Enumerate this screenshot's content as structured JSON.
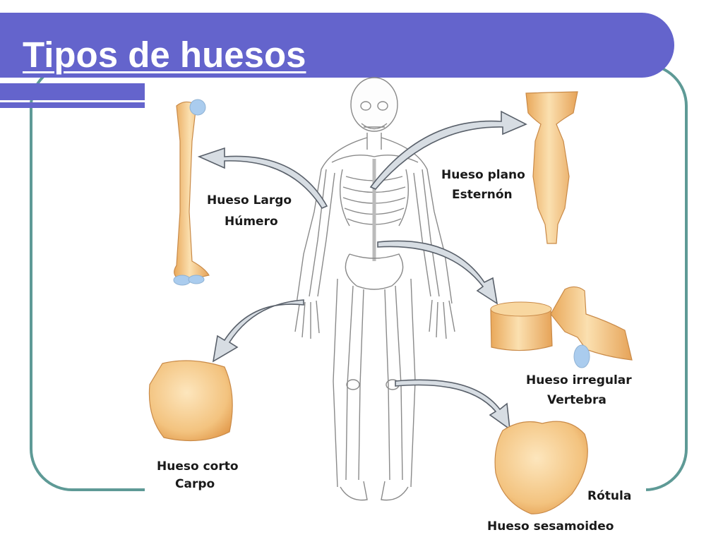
{
  "slide": {
    "title": "Tipos de huesos"
  },
  "labels": {
    "long": {
      "type": "Hueso Largo",
      "example": "Húmero"
    },
    "flat": {
      "type": "Hueso plano",
      "example": "Esternón"
    },
    "irregular": {
      "type": "Hueso irregular",
      "example": "Vertebra"
    },
    "short": {
      "type": "Hueso corto",
      "example": "Carpo"
    },
    "sesamoid_example": "Rótula",
    "sesamoid_type": "Hueso sesamoideo"
  },
  "colors": {
    "banner": "#6464cc",
    "frame": "#5e9a96",
    "bone": "#f5c98a",
    "cartilage": "#aaccee",
    "arrow": "#ccd4dc"
  }
}
